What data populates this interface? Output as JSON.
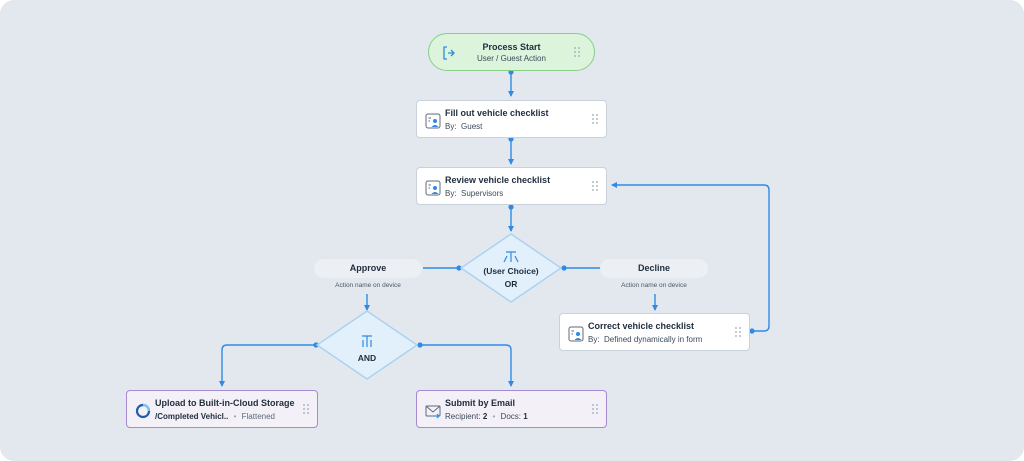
{
  "colors": {
    "wire": "#2e8ae6",
    "background": "#e3e8ef",
    "start_fill": "#dcf3dc",
    "purple_border": "#a68bd3"
  },
  "start": {
    "title": "Process Start",
    "subtitle": "User / Guest Action",
    "icon": "enter-icon"
  },
  "fill_out": {
    "title": "Fill out vehicle checklist",
    "by_label": "By:",
    "by_value": "Guest",
    "icon": "user-form-icon"
  },
  "review": {
    "title": "Review vehicle checklist",
    "by_label": "By:",
    "by_value": "Supervisors",
    "icon": "user-form-icon"
  },
  "user_choice": {
    "line1": "(User Choice)",
    "line2": "OR",
    "icon": "branch-icon"
  },
  "approve": {
    "label": "Approve",
    "caption": "Action name on device"
  },
  "decline": {
    "label": "Decline",
    "caption": "Action name on device"
  },
  "correct": {
    "title": "Correct vehicle checklist",
    "by_label": "By:",
    "by_value": "Defined dynamically in form",
    "icon": "user-form-icon"
  },
  "and_gate": {
    "label": "AND",
    "icon": "parallel-icon"
  },
  "upload": {
    "title": "Upload to Built-in-Cloud Storage",
    "path": "/Completed Vehicl..",
    "sep": "•",
    "mode": "Flattened",
    "icon": "cloud-storage-icon"
  },
  "email": {
    "title": "Submit by Email",
    "recipient_label": "Recipient:",
    "recipient_value": "2",
    "sep": "•",
    "docs_label": "Docs:",
    "docs_value": "1",
    "icon": "email-icon"
  }
}
